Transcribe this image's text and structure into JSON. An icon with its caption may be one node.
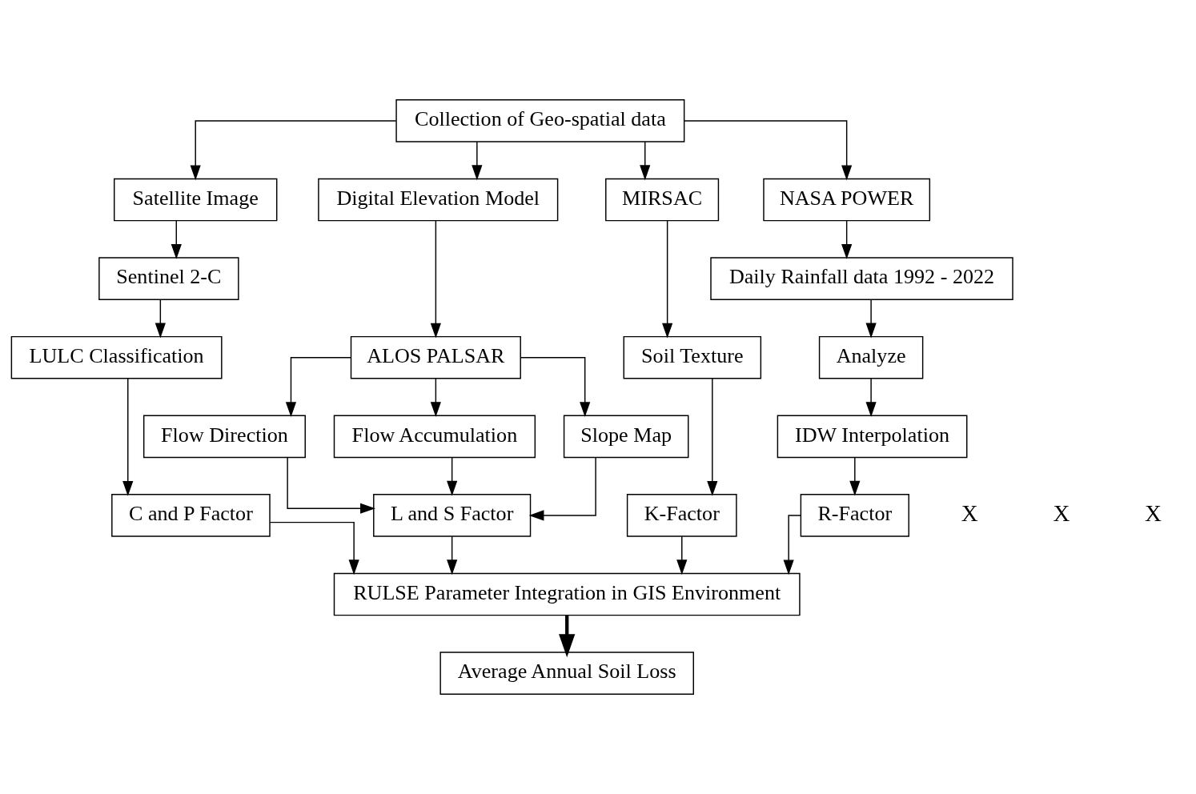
{
  "diagram": {
    "nodes": [
      {
        "text": [
          "Collection of Geo-spatial data"
        ]
      },
      {
        "text": [
          "Satellite Image"
        ]
      },
      {
        "text": [
          "Digital Elevation Model"
        ]
      },
      {
        "text": [
          "MIRSAC"
        ]
      },
      {
        "text": [
          "NASA POWER"
        ]
      },
      {
        "text": [
          "Sentinel 2-C"
        ]
      },
      {
        "text": [
          "ALOS PALSAR"
        ]
      },
      {
        "text": [
          "Soil Texture"
        ]
      },
      {
        "text": [
          "Daily Rainfall data 1992 - 2022"
        ]
      },
      {
        "text": [
          "LULC Classification"
        ]
      },
      {
        "text": [
          "Flow Direction"
        ]
      },
      {
        "text": [
          "Flow Accumulation"
        ]
      },
      {
        "text": [
          "Analyze"
        ]
      },
      {
        "text": [
          "Slope Map"
        ]
      },
      {
        "text": [
          "IDW Interpolation"
        ]
      },
      {
        "text": [
          "C and P Factor"
        ]
      },
      {
        "text": [
          "L and S Factor"
        ]
      },
      {
        "text": [
          "K-Factor"
        ]
      },
      {
        "text": [
          "R-Factor"
        ]
      },
      {
        "text": [
          "RULSE Parameter Integration in GIS Environment"
        ]
      },
      {
        "text": [
          "Average Annual Soil Loss"
        ]
      }
    ],
    "edges": [
      {
        "from": 0,
        "to": 1,
        "arrow": "to"
      },
      {
        "from": 0,
        "to": 2,
        "arrow": "to"
      },
      {
        "from": 0,
        "to": 3,
        "arrow": "to"
      },
      {
        "from": 0,
        "to": 4,
        "arrow": "to"
      },
      {
        "from": 1,
        "to": 5,
        "arrow": "to"
      },
      {
        "from": 2,
        "to": 6,
        "arrow": "to"
      },
      {
        "from": 3,
        "to": 7,
        "arrow": "to"
      },
      {
        "from": 4,
        "to": 8,
        "arrow": "to"
      },
      {
        "from": 5,
        "to": 9,
        "arrow": "to"
      },
      {
        "from": 6,
        "to": 10,
        "arrow": "to"
      },
      {
        "from": 6,
        "to": 13,
        "arrow": "to"
      },
      {
        "from": 6,
        "to": 11,
        "arrow": "to"
      },
      {
        "from": 8,
        "to": 12,
        "arrow": "to"
      },
      {
        "from": 7,
        "to": 17,
        "arrow": "to"
      },
      {
        "from": 9,
        "to": 15,
        "arrow": "to"
      },
      {
        "from": 10,
        "to": 16,
        "arrow": "to"
      },
      {
        "from": 13,
        "to": 16,
        "arrow": "to"
      },
      {
        "from": 11,
        "to": 16,
        "arrow": "to"
      },
      {
        "from": 12,
        "to": 14,
        "arrow": "to"
      },
      {
        "from": 14,
        "to": 18,
        "arrow": "to"
      },
      {
        "from": 15,
        "to": 19,
        "arrow": "to"
      },
      {
        "from": 16,
        "to": 19,
        "arrow": "to"
      },
      {
        "from": 17,
        "to": 19,
        "arrow": "to"
      },
      {
        "from": 18,
        "to": 19,
        "arrow": "to"
      },
      {
        "from": 19,
        "to": 20,
        "arrow": "to",
        "style": "thick"
      }
    ],
    "labels": [
      "X",
      "X",
      "X"
    ]
  }
}
